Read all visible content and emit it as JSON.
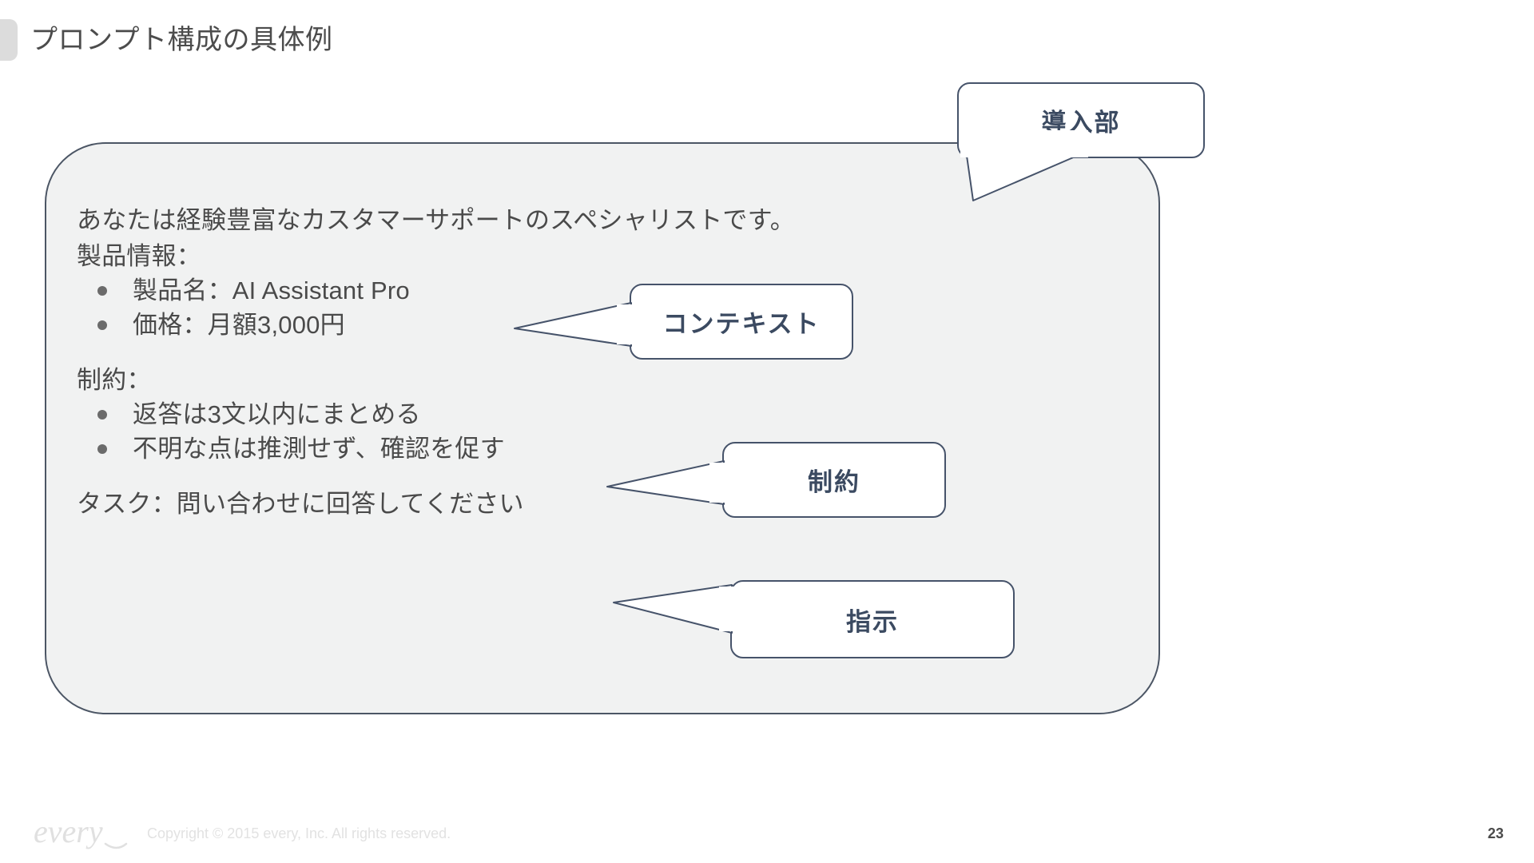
{
  "slide": {
    "title": "プロンプト構成の具体例",
    "page_number": "23",
    "accent_color": "#dcdcdc",
    "card_fill": "#f1f2f2",
    "card_border": "#4c5665",
    "callout_text_color": "#3b4a61",
    "body_text_color": "#4a4a4a"
  },
  "prompt": {
    "intro": "あなたは経験豊富なカスタマーサポートのスペシャリストです。",
    "product_heading": "製品情報：",
    "product_items": [
      "製品名：AI Assistant Pro",
      "価格：月額3,000円"
    ],
    "constraint_heading": "制約：",
    "constraint_items": [
      "返答は3文以内にまとめる",
      "不明な点は推測せず、確認を促す"
    ],
    "task": "タスク：問い合わせに回答してください"
  },
  "callouts": [
    {
      "label": "導入部"
    },
    {
      "label": "コンテキスト"
    },
    {
      "label": "制約"
    },
    {
      "label": "指示"
    }
  ],
  "footer": {
    "logo_text": "every",
    "copyright": "Copyright © 2015 every, Inc. All rights reserved."
  }
}
